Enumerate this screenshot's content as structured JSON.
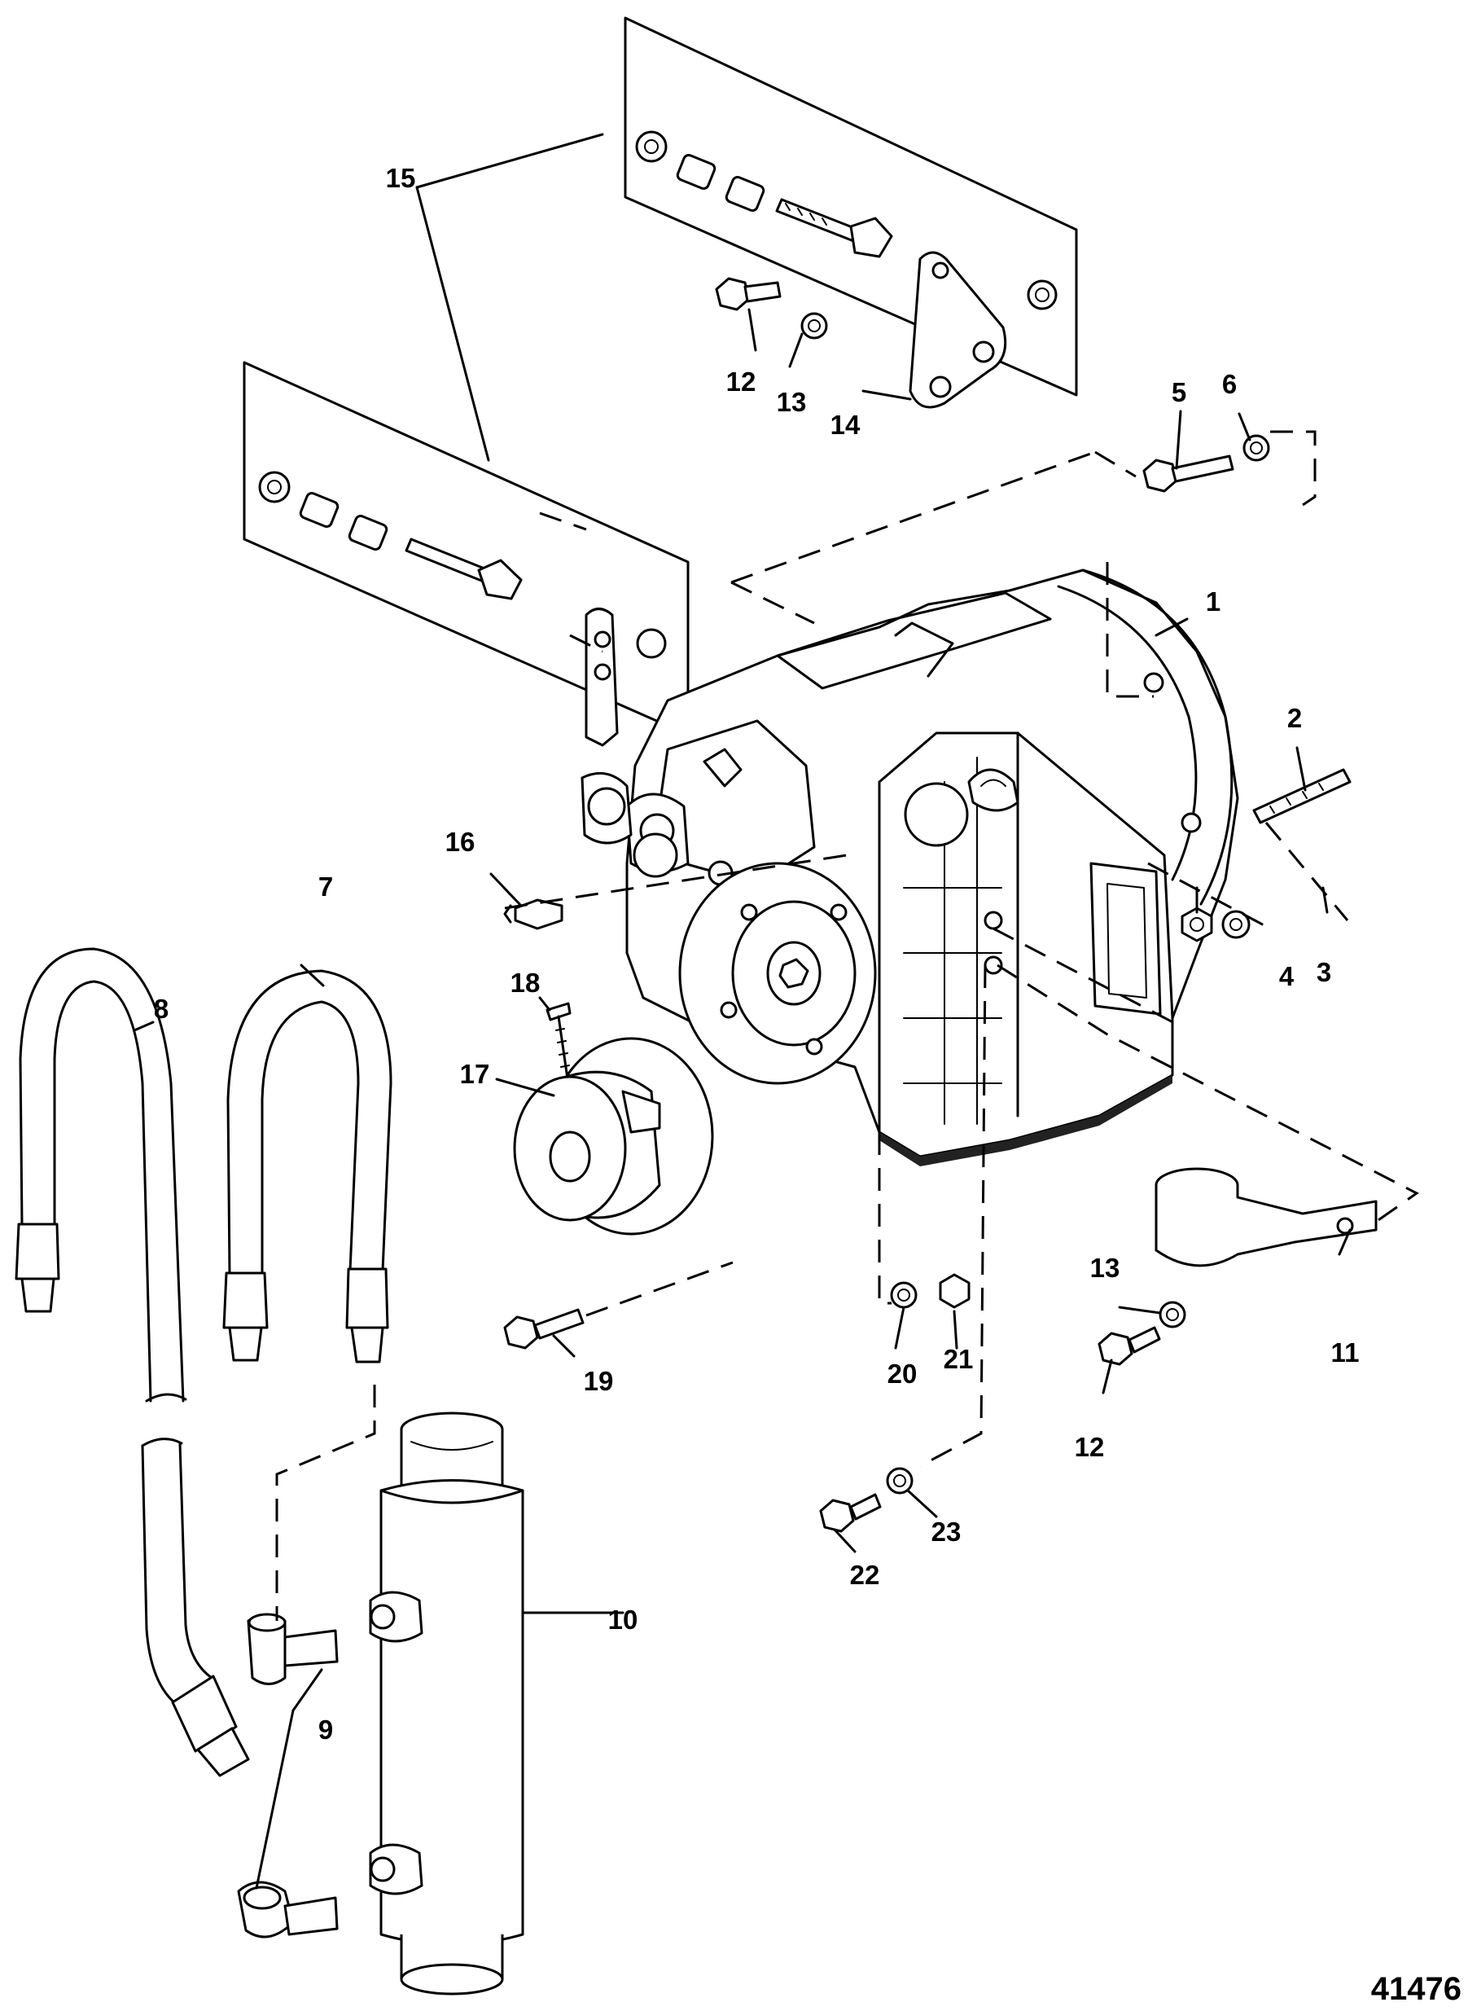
{
  "figure_id": "41476",
  "callouts": [
    {
      "id": "c1",
      "label": "1"
    },
    {
      "id": "c2",
      "label": "2"
    },
    {
      "id": "c3",
      "label": "3"
    },
    {
      "id": "c4",
      "label": "4"
    },
    {
      "id": "c5",
      "label": "5"
    },
    {
      "id": "c6",
      "label": "6"
    },
    {
      "id": "c7",
      "label": "7"
    },
    {
      "id": "c8",
      "label": "8"
    },
    {
      "id": "c9",
      "label": "9"
    },
    {
      "id": "c10",
      "label": "10"
    },
    {
      "id": "c11",
      "label": "11"
    },
    {
      "id": "c12a",
      "label": "12"
    },
    {
      "id": "c12b",
      "label": "12"
    },
    {
      "id": "c13a",
      "label": "13"
    },
    {
      "id": "c13b",
      "label": "13"
    },
    {
      "id": "c14",
      "label": "14"
    },
    {
      "id": "c15",
      "label": "15"
    },
    {
      "id": "c16",
      "label": "16"
    },
    {
      "id": "c17",
      "label": "17"
    },
    {
      "id": "c18",
      "label": "18"
    },
    {
      "id": "c19",
      "label": "19"
    },
    {
      "id": "c20",
      "label": "20"
    },
    {
      "id": "c21",
      "label": "21"
    },
    {
      "id": "c22",
      "label": "22"
    },
    {
      "id": "c23",
      "label": "23"
    }
  ]
}
